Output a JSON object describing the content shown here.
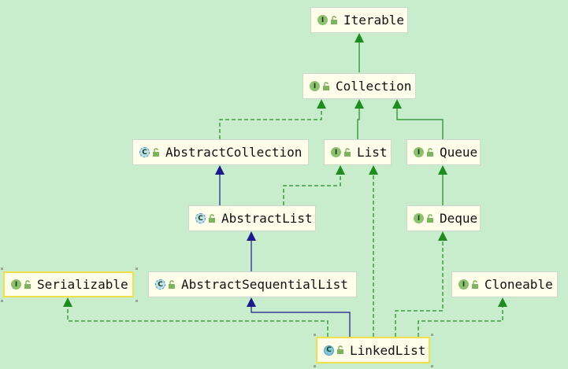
{
  "diagram": {
    "nodes": {
      "iterable": {
        "label": "Iterable",
        "kind": "I"
      },
      "collection": {
        "label": "Collection",
        "kind": "I"
      },
      "abstract_collection": {
        "label": "AbstractCollection",
        "kind": "C"
      },
      "list": {
        "label": "List",
        "kind": "I"
      },
      "queue": {
        "label": "Queue",
        "kind": "I"
      },
      "abstract_list": {
        "label": "AbstractList",
        "kind": "C"
      },
      "deque": {
        "label": "Deque",
        "kind": "I"
      },
      "serializable": {
        "label": "Serializable",
        "kind": "I"
      },
      "abstract_sequential_list": {
        "label": "AbstractSequentialList",
        "kind": "C"
      },
      "cloneable": {
        "label": "Cloneable",
        "kind": "I"
      },
      "linked_list": {
        "label": "LinkedList",
        "kind": "C"
      }
    },
    "colors": {
      "background": "#c7edcc",
      "implements_edge": "#1e8c1e",
      "extends_edge": "#1a1a8c",
      "node_fill": "#fffeea",
      "selected_border": "#f0e04a"
    }
  }
}
